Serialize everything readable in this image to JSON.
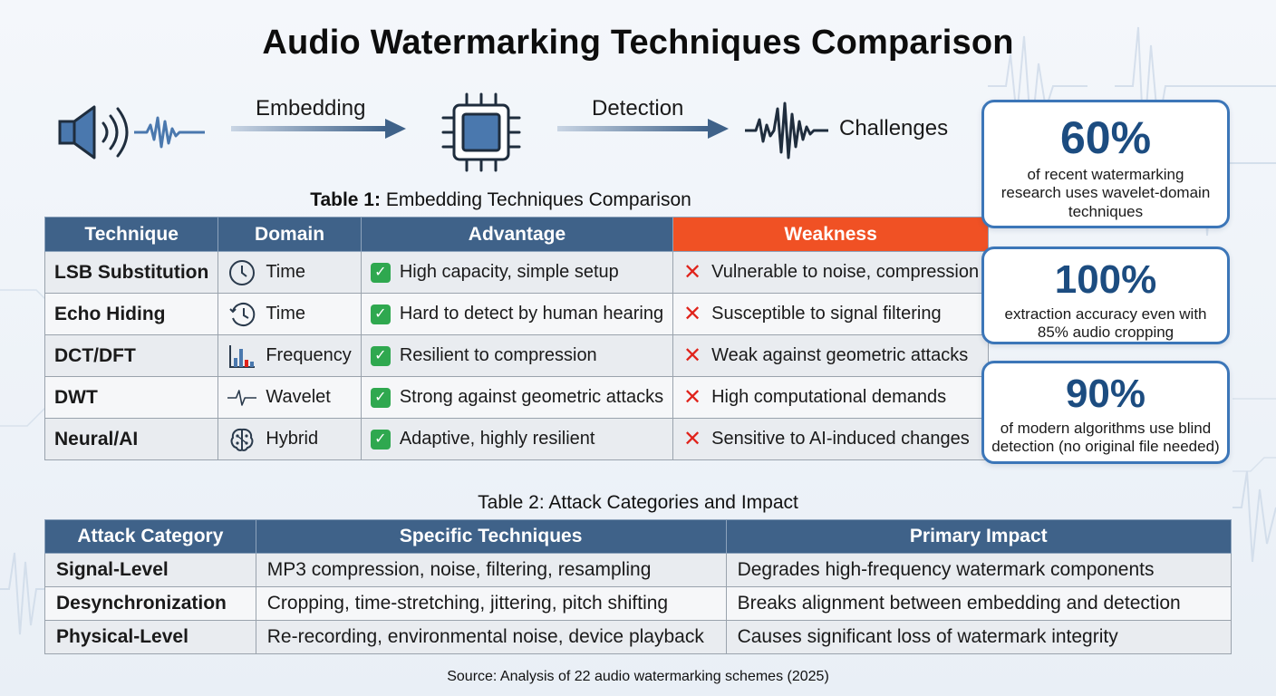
{
  "title": "Audio Watermarking Techniques Comparison",
  "flow": {
    "embedding_label": "Embedding",
    "detection_label": "Detection",
    "challenges_label": "Challenges",
    "icons": [
      "speaker-icon",
      "waveform-icon",
      "chip-icon",
      "noisy-waveform-icon"
    ]
  },
  "table1": {
    "caption_bold": "Table 1:",
    "caption_rest": " Embedding Techniques Comparison",
    "headers": [
      "Technique",
      "Domain",
      "Advantage",
      "Weakness"
    ],
    "rows": [
      {
        "technique": "LSB Substitution",
        "domain": "Time",
        "domain_icon": "clock-icon",
        "advantage": "High capacity, simple setup",
        "weakness": "Vulnerable to noise, compression"
      },
      {
        "technique": "Echo Hiding",
        "domain": "Time",
        "domain_icon": "history-clock-icon",
        "advantage": "Hard to detect by human hearing",
        "weakness": "Susceptible to signal filtering"
      },
      {
        "technique": "DCT/DFT",
        "domain": "Frequency",
        "domain_icon": "bar-chart-icon",
        "advantage": "Resilient to compression",
        "weakness": "Weak against geometric attacks"
      },
      {
        "technique": "DWT",
        "domain": "Wavelet",
        "domain_icon": "wavelet-icon",
        "advantage": "Strong against geometric attacks",
        "weakness": "High computational demands"
      },
      {
        "technique": "Neural/AI",
        "domain": "Hybrid",
        "domain_icon": "brain-icon",
        "advantage": "Adaptive, highly resilient",
        "weakness": "Sensitive to AI-induced changes"
      }
    ]
  },
  "table2": {
    "caption": "Table 2: Attack Categories and Impact",
    "headers": [
      "Attack Category",
      "Specific Techniques",
      "Primary Impact"
    ],
    "rows": [
      {
        "category": "Signal-Level",
        "techniques": "MP3 compression, noise, filtering, resampling",
        "impact": "Degrades high-frequency watermark components"
      },
      {
        "category": "Desynchronization",
        "techniques": "Cropping, time-stretching, jittering, pitch shifting",
        "impact": "Breaks alignment between embedding and detection"
      },
      {
        "category": "Physical-Level",
        "techniques": "Re-recording, environmental noise, device playback",
        "impact": "Causes significant loss of watermark integrity"
      }
    ]
  },
  "stats": [
    {
      "value": "60%",
      "line1": "of recent watermarking",
      "line2": "research uses wavelet-domain",
      "line3": "techniques"
    },
    {
      "value": "100%",
      "line1": "extraction accuracy even with",
      "line2": "85% audio cropping",
      "line3": ""
    },
    {
      "value": "90%",
      "line1": "of modern algorithms use blind",
      "line2": "detection (no original file needed)",
      "line3": ""
    }
  ],
  "source": "Source: Analysis of 22 audio watermarking schemes (2025)",
  "colors": {
    "header_blue": "#3f6289",
    "weakness_orange": "#f05124",
    "accent_blue": "#3c76b8",
    "stat_number": "#1c4c80",
    "check_green": "#2fa84f",
    "cross_red": "#e0231b"
  }
}
